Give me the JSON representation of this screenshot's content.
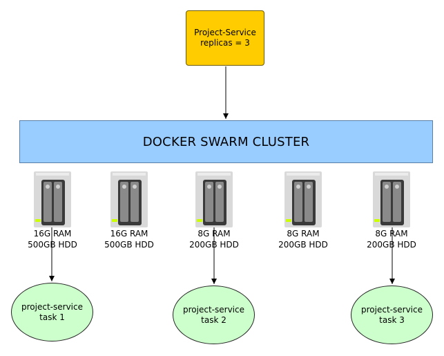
{
  "service": {
    "line1": "Project-Service",
    "line2": "replicas = 3"
  },
  "cluster": {
    "label": "DOCKER SWARM CLUSTER"
  },
  "nodes": [
    {
      "ram": "16G RAM",
      "disk": "500GB HDD"
    },
    {
      "ram": "16G RAM",
      "disk": "500GB HDD"
    },
    {
      "ram": "8G RAM",
      "disk": "200GB HDD"
    },
    {
      "ram": "8G RAM",
      "disk": "200GB HDD"
    },
    {
      "ram": "8G RAM",
      "disk": "200GB HDD"
    }
  ],
  "tasks": [
    {
      "line1": "project-service",
      "line2": "task 1"
    },
    {
      "line1": "project-service",
      "line2": "task 2"
    },
    {
      "line1": "project-service",
      "line2": "task 3"
    }
  ],
  "colors": {
    "service": "#ffcc00",
    "cluster": "#99ccff",
    "task": "#ccffcc",
    "server_led": "#ccff00"
  },
  "icons": {
    "node": "nas-server-icon"
  }
}
